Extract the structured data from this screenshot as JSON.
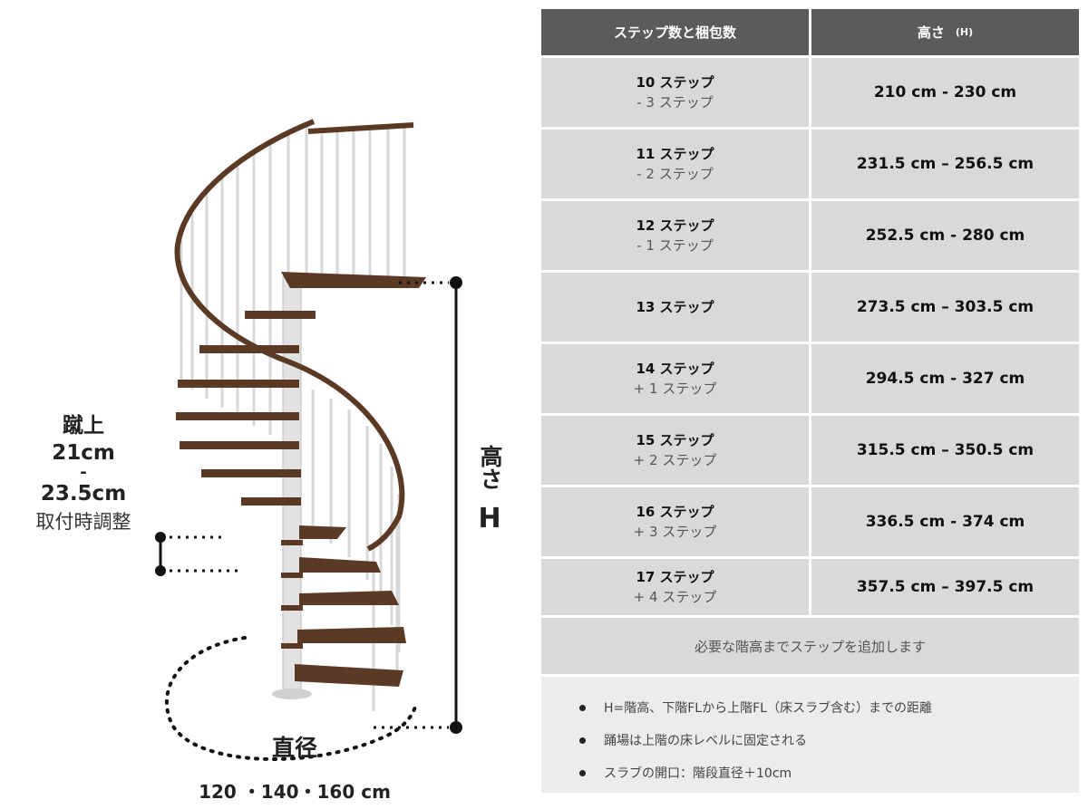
{
  "figure": {
    "riser_label": "蹴上",
    "riser_min": "21cm",
    "riser_dash": "-",
    "riser_max": "23.5cm",
    "riser_note": "取付時調整",
    "height_label": "高さ",
    "height_symbol": "H",
    "diameter_label": "直径",
    "diameter_sizes": "120 ・140・160 cm",
    "colors": {
      "wood": "#5a3a25",
      "metal": "#e6e6e6"
    }
  },
  "table": {
    "header": {
      "steps": "ステップ数と梱包数",
      "height": "高さ",
      "height_unit": "(H)"
    },
    "rows": [
      {
        "steps": "10 ステップ",
        "adjust": "- 3 ステップ",
        "height": "210 cm - 230 cm"
      },
      {
        "steps": "11 ステップ",
        "adjust": "- 2 ステップ",
        "height": "231.5 cm – 256.5 cm"
      },
      {
        "steps": "12 ステップ",
        "adjust": "- 1 ステップ",
        "height": "252.5 cm - 280 cm"
      },
      {
        "steps": "13 ステップ",
        "adjust": "",
        "height": "273.5 cm – 303.5 cm"
      },
      {
        "steps": "14 ステップ",
        "adjust": "+ 1 ステップ",
        "height": "294.5 cm - 327 cm"
      },
      {
        "steps": "15 ステップ",
        "adjust": "+ 2 ステップ",
        "height": "315.5 cm – 350.5 cm"
      },
      {
        "steps": "16 ステップ",
        "adjust": "+ 3 ステップ",
        "height": "336.5 cm - 374 cm"
      },
      {
        "steps": "17 ステップ",
        "adjust": "+ 4 ステップ",
        "height": "357.5 cm – 397.5 cm"
      }
    ],
    "notice": "必要な階高までステップを追加します",
    "notes": [
      "H=階高、下階FLから上階FL（床スラブ含む）までの距離",
      "踊場は上階の床レベルに固定される",
      "スラブの開口：階段直径＋10cm"
    ],
    "colors": {
      "header_bg": "#5b5b5b",
      "cell_bg": "#d9d9d9",
      "notes_bg": "#ececec"
    }
  }
}
